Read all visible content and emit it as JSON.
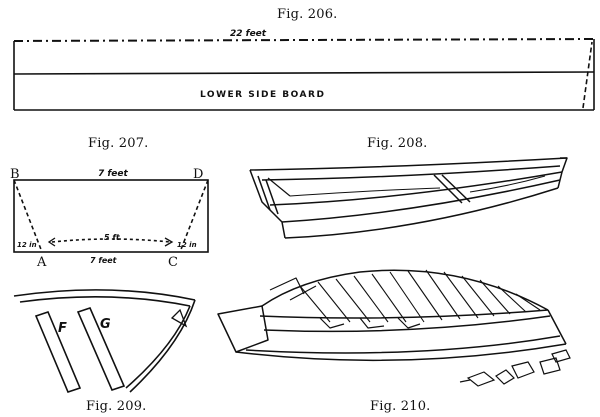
{
  "captions": {
    "fig206": "Fig. 206.",
    "fig207": "Fig. 207.",
    "fig208": "Fig. 208.",
    "fig209": "Fig. 209.",
    "fig210": "Fig. 210."
  },
  "fig206": {
    "length_label": "22 feet",
    "board_label": "LOWER SIDE BOARD"
  },
  "fig207": {
    "corner_b": "B",
    "corner_d": "D",
    "corner_a": "A",
    "corner_c": "C",
    "top_label": "7 feet",
    "bottom_label": "7 feet",
    "middle_label": "5 ft",
    "left_inset": "12 in",
    "right_inset": "12 in"
  },
  "fig209": {
    "label_f": "F",
    "label_g": "G"
  }
}
